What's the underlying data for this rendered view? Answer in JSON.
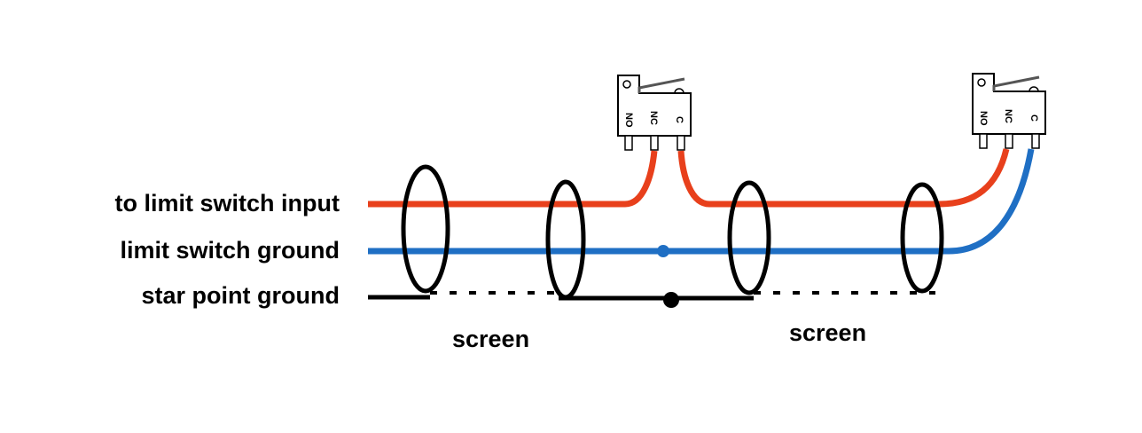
{
  "labels": {
    "input": "to limit switch input",
    "ground": "limit switch ground",
    "star": "star point ground"
  },
  "screen_labels": [
    "screen",
    "screen"
  ],
  "switch_pins": [
    "NO",
    "NC",
    "C"
  ],
  "colors": {
    "input_wire": "#e8401c",
    "ground_wire": "#1f6fc4",
    "star_wire": "#000000"
  }
}
